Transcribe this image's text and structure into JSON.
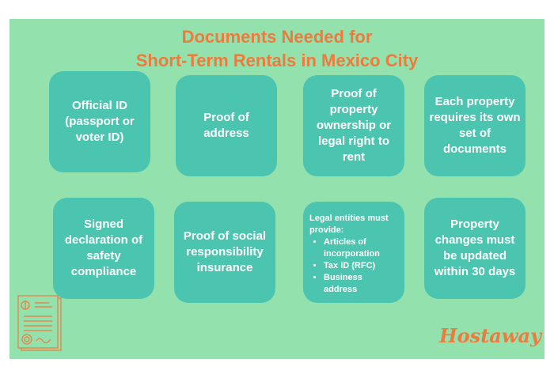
{
  "title": {
    "line1": "Documents Needed for",
    "line2": "Short-Term Rentals in Mexico City"
  },
  "cards": [
    {
      "text": "Official ID (passport or voter ID)"
    },
    {
      "text": "Proof of address"
    },
    {
      "text": "Proof of property ownership or legal right to rent"
    },
    {
      "text": "Each property requires its own set of documents"
    },
    {
      "text": "Signed declaration of safety compliance"
    },
    {
      "text": "Proof of social responsibility insurance"
    },
    {
      "intro": "Legal entities must provide:",
      "items": [
        "Articles of incorporation",
        "Tax ID (RFC)",
        "Business address"
      ]
    },
    {
      "text": "Property changes must be updated within 30 days"
    }
  ],
  "brand": "Hostaway",
  "colors": {
    "background": "#93e2ad",
    "card": "#4bc4b0",
    "accent": "#ef7a3c"
  }
}
